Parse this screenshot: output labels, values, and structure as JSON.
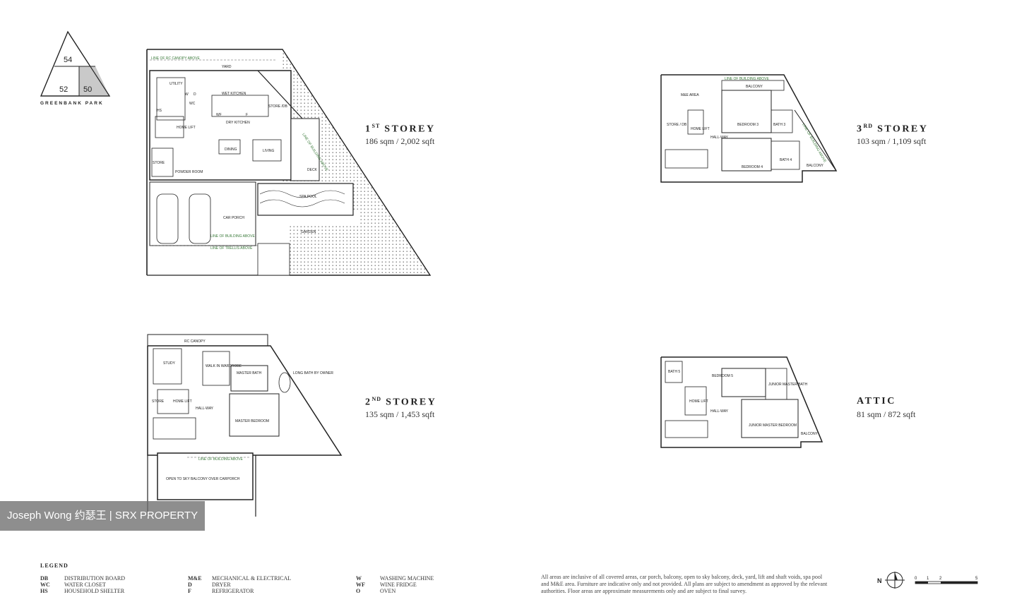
{
  "site_key": {
    "plots": [
      "54",
      "52",
      "50"
    ],
    "name": "GREENBANK PARK"
  },
  "floors": {
    "first": {
      "title": "1",
      "suffix": "ST",
      "title_rest": "STOREY",
      "area": "186 sqm / 2,002 sqft",
      "rooms": [
        "LINE OF RC CANOPY ABOVE",
        "YARD",
        "UTILITY",
        "W",
        "D",
        "WC",
        "WET KITCHEN",
        "STORE /DB",
        "WF",
        "F",
        "HS",
        "HOME LIFT",
        "DRY KITCHEN",
        "DINING",
        "LIVING",
        "STORE",
        "POWDER ROOM",
        "DECK",
        "LINE OF BUILDING ABOVE",
        "SPA POOL",
        "CAR PORCH",
        "LINE OF BUILDING ABOVE",
        "LINE OF TRELLIS ABOVE",
        "GARDEN"
      ]
    },
    "second": {
      "title": "2",
      "suffix": "ND",
      "title_rest": "STOREY",
      "area": "135 sqm / 1,453 sqft",
      "rooms": [
        "RC CANOPY",
        "STUDY",
        "WALK IN WARDROBE",
        "MASTER BATH",
        "LONG BATH BY OWNER",
        "HOME LIFT",
        "STORE",
        "HALL-WAY",
        "MASTER BEDROOM",
        "LINE OF BUILDING ABOVE",
        "OPEN TO SKY BALCONY OVER CARPORCH"
      ]
    },
    "third": {
      "title": "3",
      "suffix": "RD",
      "title_rest": "STOREY",
      "area": "103 sqm / 1,109 sqft",
      "rooms": [
        "LINE OF BUILDING ABOVE",
        "BALCONY",
        "M&E AREA",
        "BEDROOM 3",
        "BATH 3",
        "STORE / DB",
        "HOME LIFT",
        "HALL-WAY",
        "LINE OF BUILDING ABOVE",
        "BEDROOM 4",
        "BATH 4",
        "BALCONY"
      ]
    },
    "attic": {
      "title": "ATTIC",
      "area": "81 sqm / 872 sqft",
      "rooms": [
        "BATH 5",
        "BEDROOM 5",
        "JUNIOR MASTER BATH",
        "HOME LIFT",
        "HALL-WAY",
        "JUNIOR MASTER BEDROOM",
        "BALCONY"
      ]
    }
  },
  "watermark": "Joseph Wong 约瑟王 | SRX PROPERTY",
  "legend": {
    "heading": "LEGEND",
    "items": [
      {
        "code": "DB",
        "label": "DISTRIBUTION BOARD"
      },
      {
        "code": "WC",
        "label": "WATER CLOSET"
      },
      {
        "code": "HS",
        "label": "HOUSEHOLD SHELTER"
      },
      {
        "code": "M&E",
        "label": "MECHANICAL & ELECTRICAL"
      },
      {
        "code": "D",
        "label": "DRYER"
      },
      {
        "code": "F",
        "label": "REFRIGERATOR"
      },
      {
        "code": "W",
        "label": "WASHING MACHINE"
      },
      {
        "code": "WF",
        "label": "WINE FRIDGE"
      },
      {
        "code": "O",
        "label": "OVEN"
      }
    ]
  },
  "disclaimer": "All areas are inclusive of all covered areas, car porch, balcony, open to sky balcony, deck, yard, lift and shaft voids, spa pool and M&E area. Furniture are indicative only and not provided. All plans are subject to amendment as approved by the relevant authorities. Floor areas are approximate measurements only and are subject to final survey.",
  "north": "N",
  "scale_ticks": [
    "0",
    "1",
    "2",
    "5"
  ],
  "colors": {
    "line": "#222222",
    "green": "#3a7a3a",
    "watermark_bg": "#6e6e6e"
  }
}
